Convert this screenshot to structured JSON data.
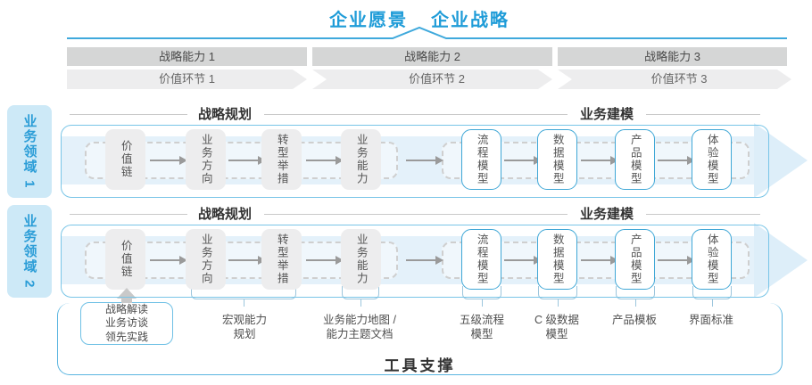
{
  "header": {
    "vision": "企业愿景",
    "strategy": "企业战略"
  },
  "strategy_capabilities": [
    "战略能力 1",
    "战略能力 2",
    "战略能力 3"
  ],
  "value_links": [
    "价值环节 1",
    "价值环节 2",
    "价值环节 3"
  ],
  "business_domains": [
    "业务领域 1",
    "业务领域 2"
  ],
  "rows": [
    {
      "sections": {
        "planning": "战略规划",
        "modeling": "业务建模"
      },
      "boxes": [
        "价值链",
        "业务方向",
        "转型举措",
        "业务能力",
        "流程模型",
        "数据模型",
        "产品模型",
        "体验模型"
      ]
    },
    {
      "sections": {
        "planning": "战略规划",
        "modeling": "业务建模"
      },
      "boxes": [
        "价值链",
        "业务方向",
        "转型举措",
        "业务能力",
        "流程模型",
        "数据模型",
        "产品模型",
        "体验模型"
      ]
    }
  ],
  "annotations": {
    "practice": "战略解读\n业务访谈\n领先实践",
    "labels": [
      "宏观能力\n规划",
      "业务能力地图 /\n能力主题文档",
      "五级流程\n模型",
      "C 级数据\n模型",
      "产品模板",
      "界面标准"
    ]
  },
  "footer": {
    "label": "工具支撑"
  },
  "colors": {
    "accent_blue": "#1f9cd8",
    "divider_blue": "#3fa9dc",
    "container_border": "#79c5e7",
    "band_blue": "#e4f1fa",
    "arrowhead_blue": "#ddeef9",
    "tab_bg": "#cde9f7",
    "bar_gray": "#d5d6d6",
    "chevron_gray": "#ededee",
    "node_gray": "#ededee",
    "node_border_blue": "#3fa7d6",
    "flow_arrow_gray": "#9a9a9a",
    "bracket_blue": "#9cc6dd",
    "text_dark": "#4a4a4a"
  }
}
